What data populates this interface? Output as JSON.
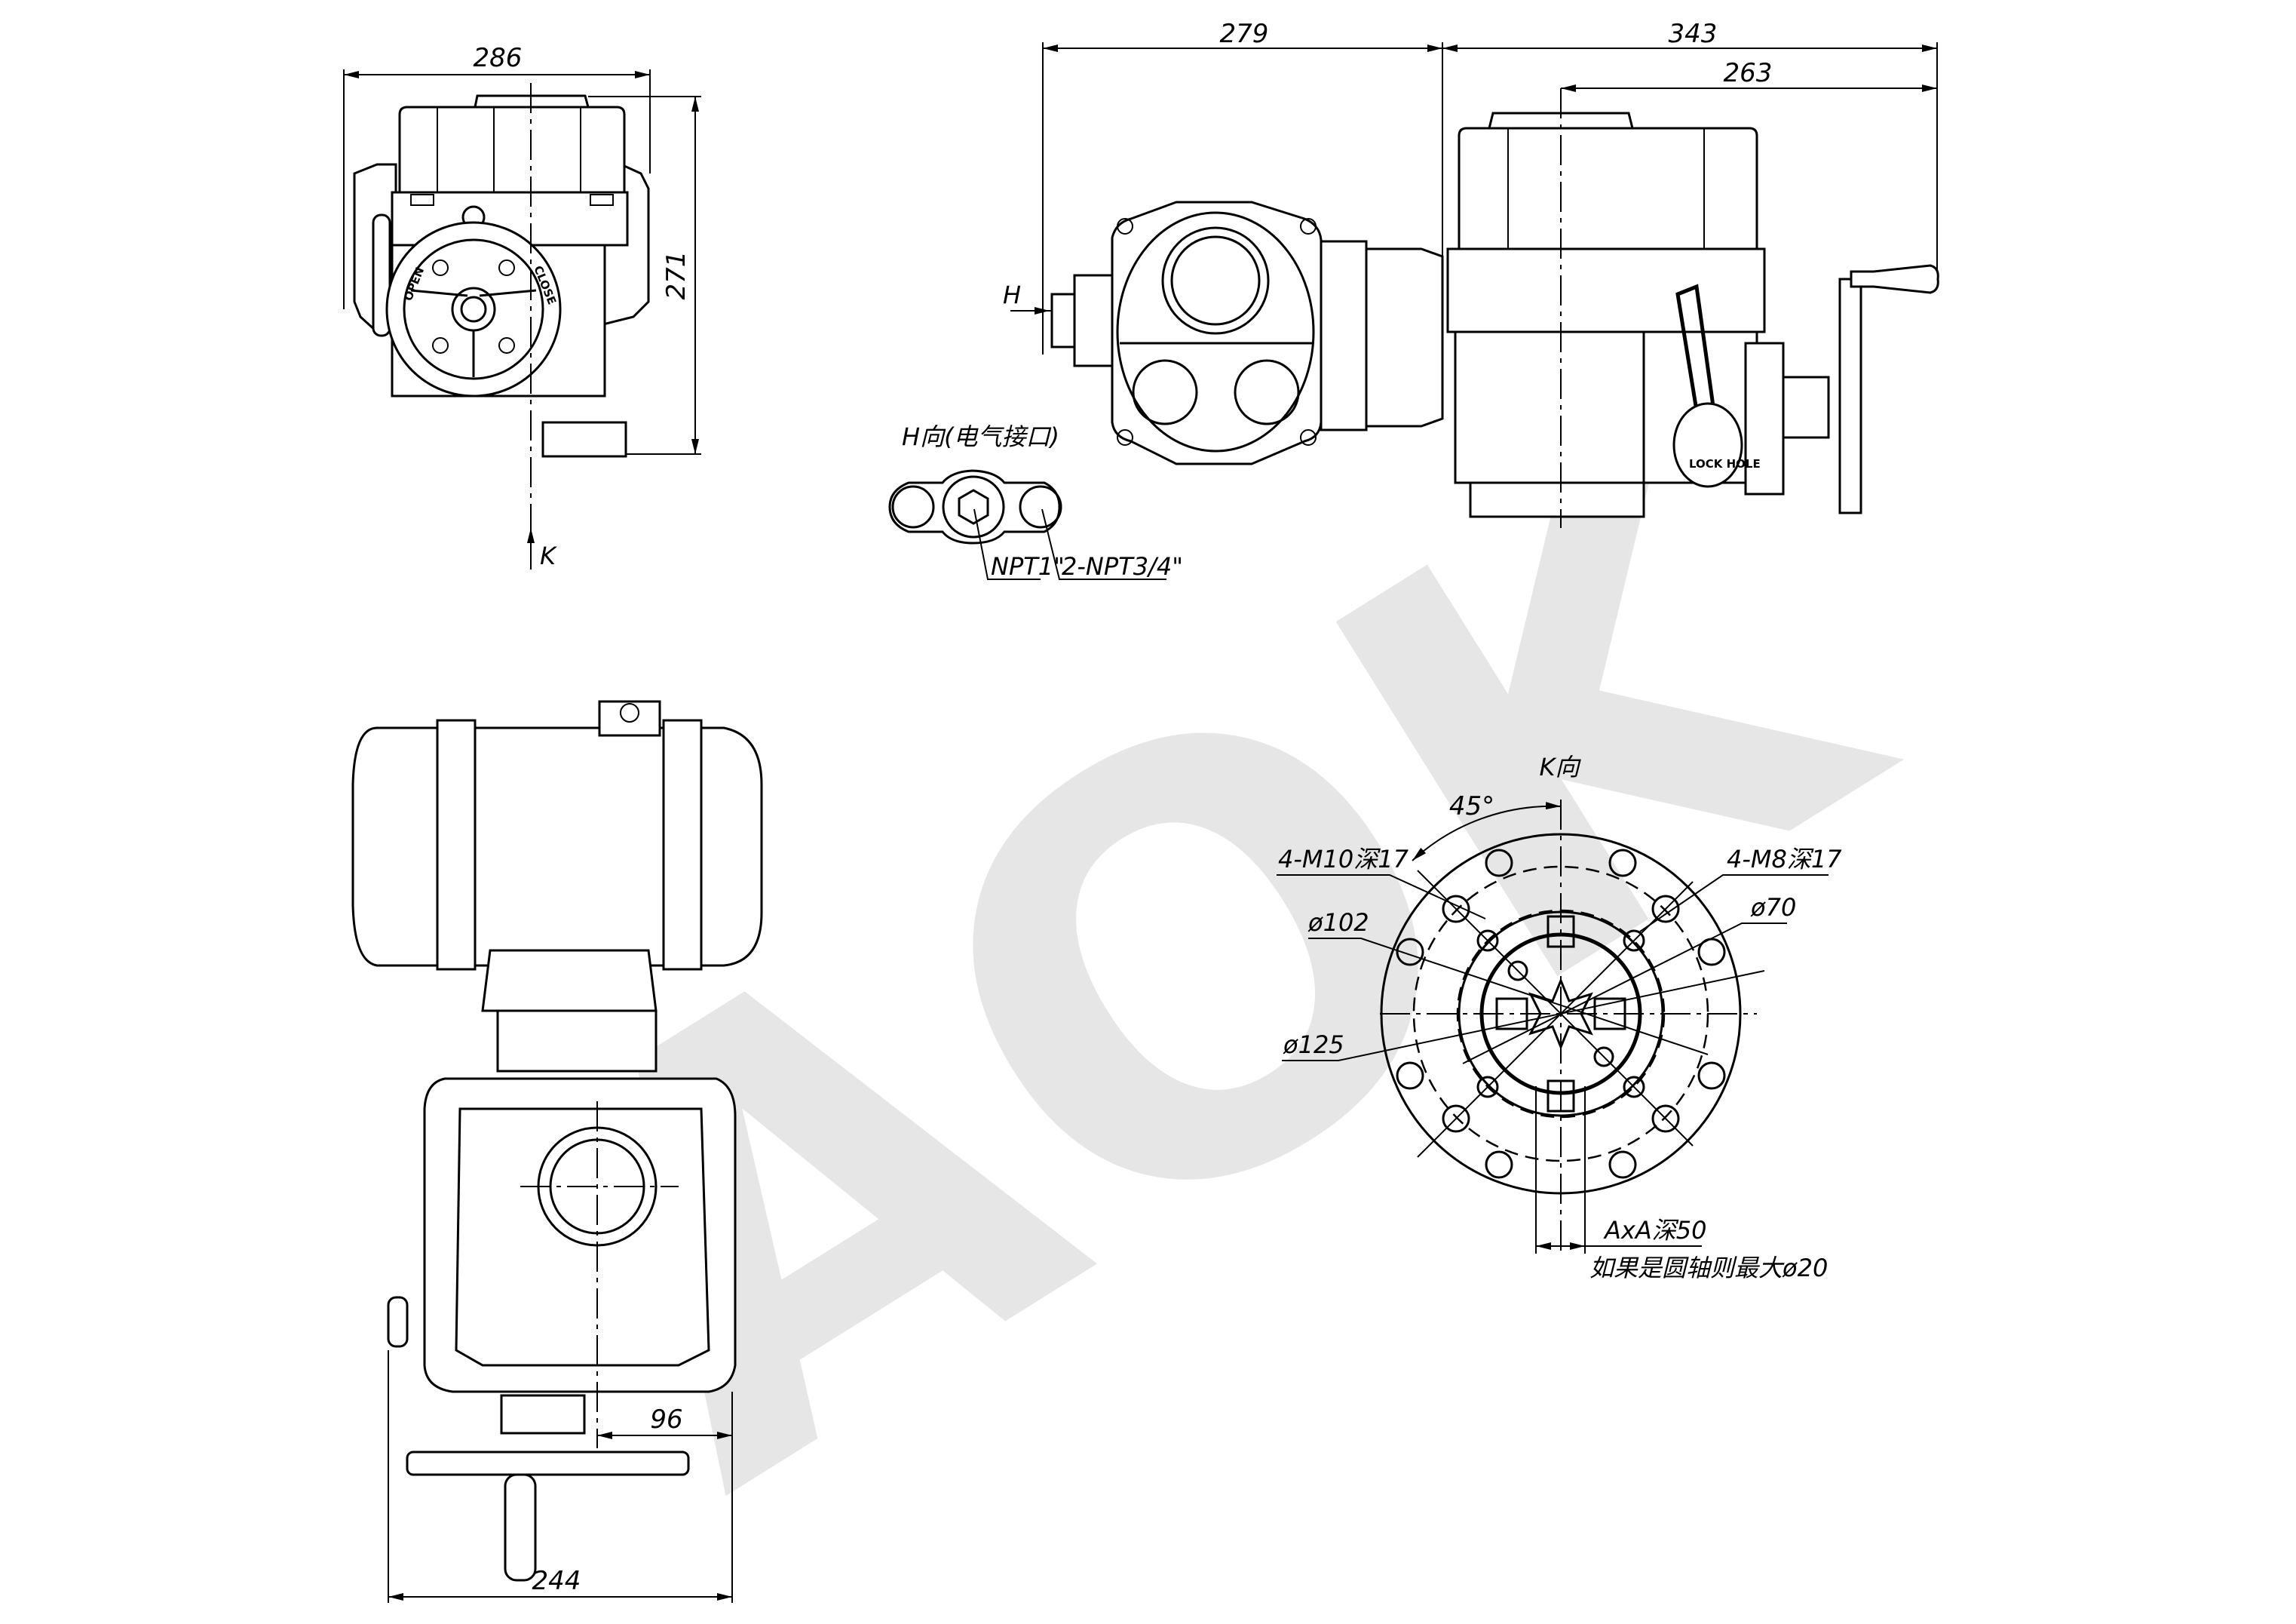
{
  "watermark": {
    "text": "AOK",
    "color": "#e6e6e6"
  },
  "front_view": {
    "dim_width": "286",
    "dim_height": "271",
    "view_arrow": "K",
    "handwheel_open": "OPEN",
    "handwheel_close": "CLOSE"
  },
  "side_view": {
    "dim_left": "279",
    "dim_right_total": "343",
    "dim_right_axis": "263",
    "view_arrow": "H",
    "lock_label": "LOCK HOLE"
  },
  "h_view": {
    "title": "H向(电气接口)",
    "port_main": "NPT1\"",
    "port_aux": "2-NPT3/4\""
  },
  "bottom_view": {
    "dim_offset": "96",
    "dim_width": "244"
  },
  "k_view": {
    "title": "K向",
    "angle": "45°",
    "holes_m10": "4-M10深17",
    "holes_m8": "4-M8深17",
    "dia_102": "ø102",
    "dia_70": "ø70",
    "dia_125": "ø125",
    "square_drive": "AxA深50",
    "round_shaft_note": "如果是圆轴则最大ø20"
  }
}
